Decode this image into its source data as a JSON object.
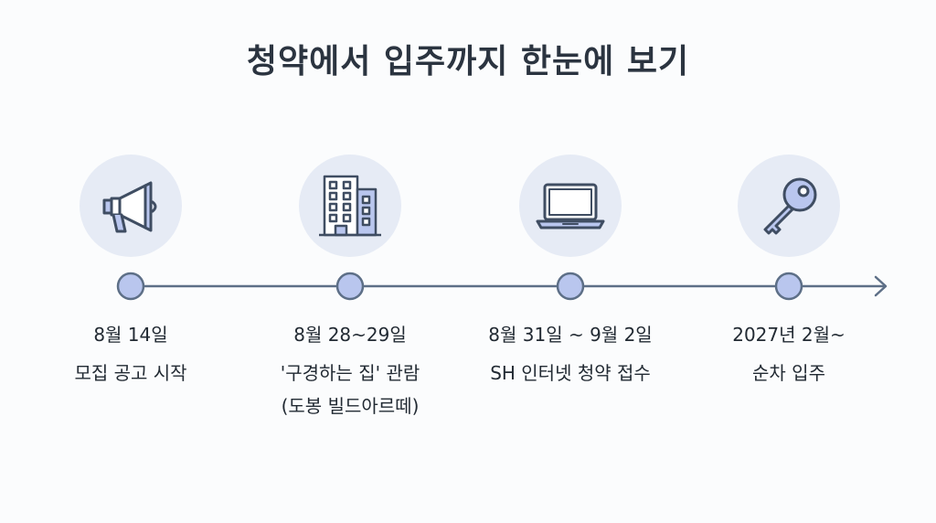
{
  "title": "청약에서 입주까지 한눈에 보기",
  "steps": [
    {
      "icon": "megaphone-icon",
      "date": "8월 14일",
      "desc": [
        "모집 공고 시작"
      ]
    },
    {
      "icon": "building-icon",
      "date": "8월 28~29일",
      "desc": [
        "'구경하는 집' 관람",
        "(도봉 빌드아르떼)"
      ]
    },
    {
      "icon": "laptop-icon",
      "date": "8월 31일 ~ 9월 2일",
      "desc": [
        "SH 인터넷 청약 접수"
      ]
    },
    {
      "icon": "key-icon",
      "date": "2027년 2월~",
      "desc": [
        "순차 입주"
      ]
    }
  ],
  "colors": {
    "line": "#5d6f87",
    "dot_fill": "#b9c6ee",
    "dot_stroke": "#5d6f87",
    "circle_bg": "#e6ebf5",
    "icon_stroke": "#3f4d62",
    "icon_fill": "#b9c6ee"
  }
}
